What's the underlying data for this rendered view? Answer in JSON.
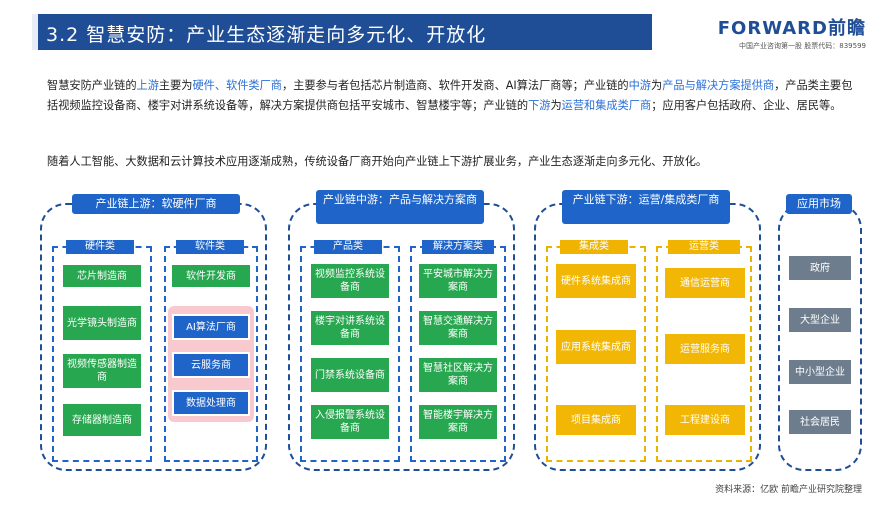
{
  "header": {
    "title": "3.2 智慧安防：产业生态逐渐走向多元化、开放化",
    "logo_main": "FORWARD前瞻",
    "logo_sub": "中国产业咨询第一股  股票代码：839599"
  },
  "paragraph1": {
    "p1": "智慧安防产业链的",
    "h1": "上游",
    "p2": "主要为",
    "h2": "硬件、软件类厂商",
    "p3": "，主要参与者包括芯片制造商、软件开发商、AI算法厂商等；产业链的",
    "h3": "中游",
    "p4": "为",
    "h4": "产品与解决方案提供商",
    "p5": "，产品类主要包括视频监控设备商、楼宇对讲系统设备等，解决方案提供商包括平安城市、智慧楼宇等；产业链的",
    "h5": "下游",
    "p6": "为",
    "h6": "运营和集成类厂商",
    "p7": "；应用客户包括政府、企业、居民等。"
  },
  "paragraph2": "随着人工智能、大数据和云计算技术应用逐渐成熟，传统设备厂商开始向产业链上下游扩展业务，产业生态逐渐走向多元化、开放化。",
  "upstream": {
    "title": "产业链上游：软硬件厂商",
    "hardware": {
      "head": "硬件类",
      "items": [
        "芯片制造商",
        "光学镜头制造商",
        "视频传感器制造商",
        "存储器制造商"
      ]
    },
    "software": {
      "head": "软件类",
      "items": [
        "软件开发商",
        "AI算法厂商",
        "云服务商",
        "数据处理商"
      ]
    }
  },
  "midstream": {
    "title": "产业链中游：产品与解决方案商",
    "products": {
      "head": "产品类",
      "items": [
        "视频监控系统设备商",
        "楼宇对讲系统设备商",
        "门禁系统设备商",
        "入侵报警系统设备商"
      ]
    },
    "solutions": {
      "head": "解决方案类",
      "items": [
        "平安城市解决方案商",
        "智慧交通解决方案商",
        "智慧社区解决方案商",
        "智能楼宇解决方案商"
      ]
    }
  },
  "downstream": {
    "title": "产业链下游：运营/集成类厂商",
    "integration": {
      "head": "集成类",
      "items": [
        "硬件系统集成商",
        "应用系统集成商",
        "项目集成商"
      ]
    },
    "operation": {
      "head": "运营类",
      "items": [
        "通信运营商",
        "运营服务商",
        "工程建设商"
      ]
    }
  },
  "market": {
    "title": "应用市场",
    "items": [
      "政府",
      "大型企业",
      "中小型企业",
      "社会居民"
    ]
  },
  "source": "资料来源：亿欧 前瞻产业研究院整理",
  "colors": {
    "brand": "#1f4e96",
    "blue": "#1f64c8",
    "green": "#27a74f",
    "yellow": "#f2b705",
    "gray": "#6e7d8e",
    "pink": "#f8c9cf"
  }
}
